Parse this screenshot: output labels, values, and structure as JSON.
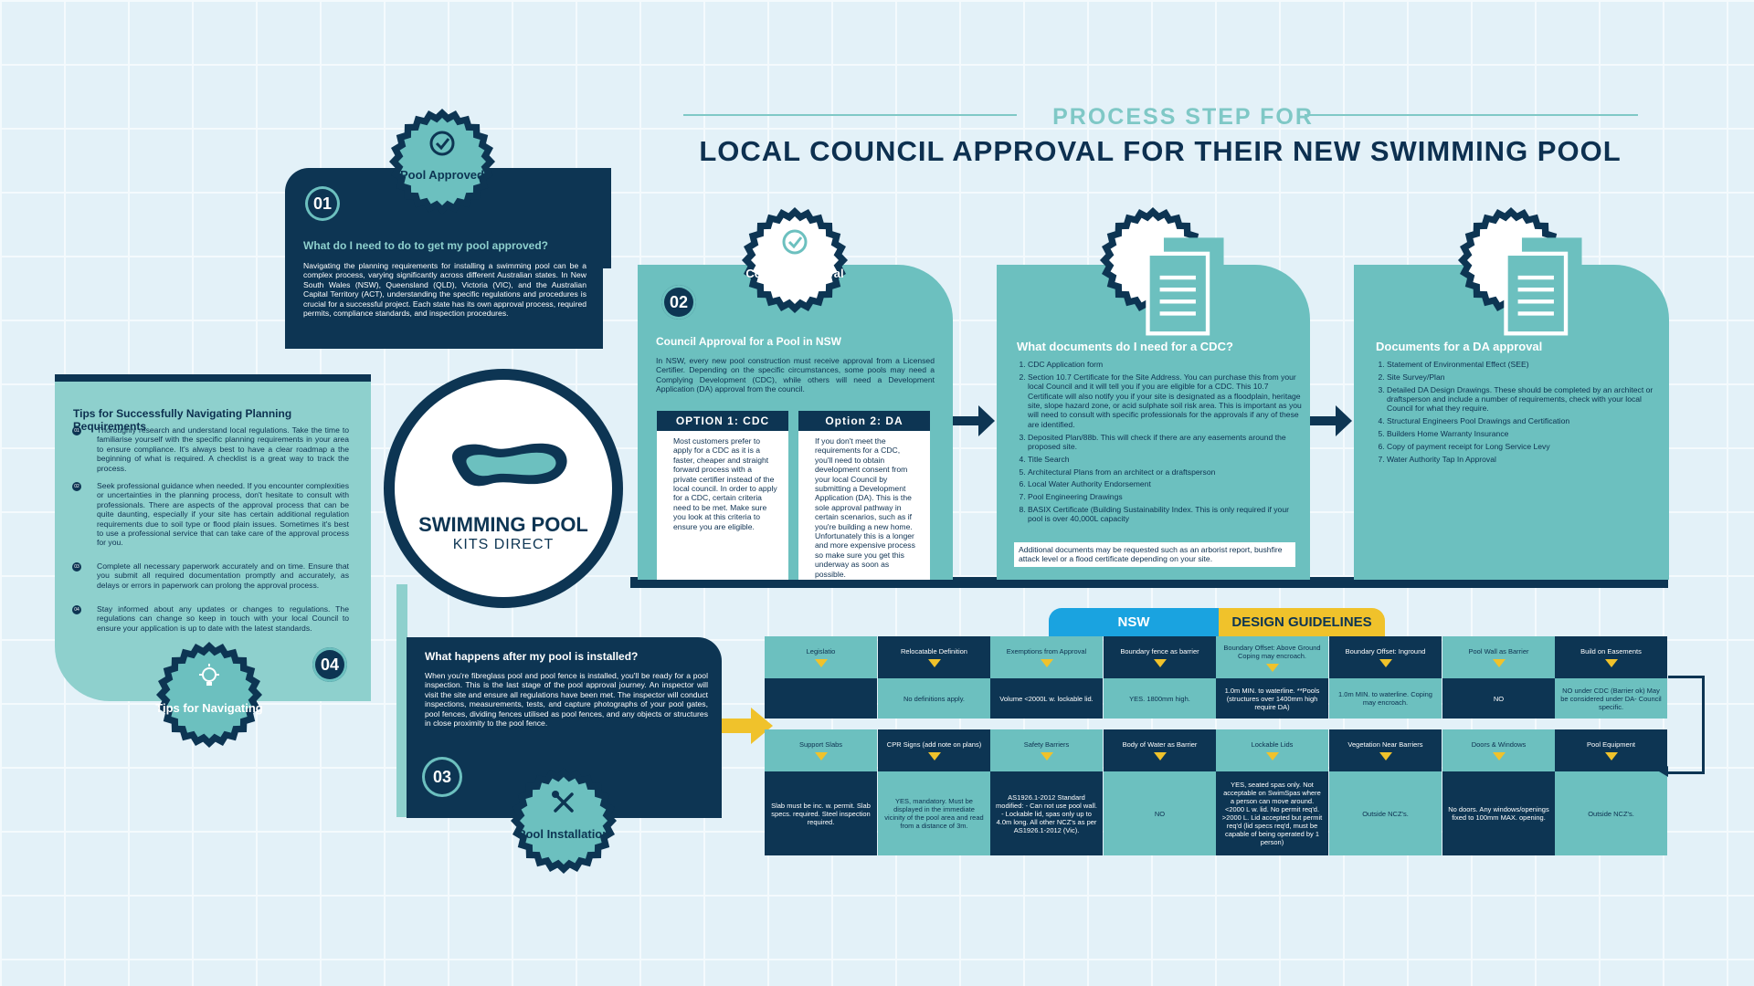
{
  "header": {
    "subtitle": "PROCESS STEP FOR",
    "title": "LOCAL COUNCIL APPROVAL FOR THEIR NEW SWIMMING POOL"
  },
  "logo": {
    "line1": "SWIMMING POOL",
    "line2": "KITS DIRECT"
  },
  "step1": {
    "badge": "Pool Approved",
    "number": "01",
    "title": "What do I need to do to get my pool approved?",
    "text": "Navigating the planning requirements for installing a swimming pool can be a complex process, varying significantly across different Australian states. In New South Wales (NSW), Queensland (QLD), Victoria (VIC), and the Australian Capital Territory (ACT), understanding the specific regulations and procedures is crucial for a successful project. Each state has its own approval process, required permits, compliance standards, and inspection procedures."
  },
  "step2": {
    "badge": "Council Approval",
    "number": "02",
    "title": "Council Approval for a Pool in NSW",
    "text": "In NSW, every new pool construction must receive approval from a Licensed Certifier. Depending on the specific circumstances, some pools may need a Complying Development (CDC), while others will need a Development Application (DA) approval from the council.",
    "option1_title": "OPTION 1: CDC",
    "option1_text": "Most customers prefer to apply for a CDC as it is a faster, cheaper and straight forward process with a private certifier instead of the local council. In order to apply for a CDC, certain criteria need to be met. Make sure you look at this criteria to ensure you are eligible.",
    "option2_title": "Option 2: DA",
    "option2_text": "If you don't meet the requirements for a CDC, you'll need to obtain development consent from your local Council by submitting a Development Application (DA). This is the sole approval pathway in certain scenarios, such as if you're building a new home. Unfortunately this is a longer and more expensive process so make sure you get this underway as soon as possible."
  },
  "cdc": {
    "title": "What documents do I need for a CDC?",
    "items": [
      "CDC Application form",
      "Section 10.7 Certificate for the Site Address. You can purchase this from your local Council and it will tell you if you are eligible for a CDC. This 10.7 Certificate will also notify you if your site is designated as a floodplain, heritage site, slope hazard zone, or acid sulphate soil risk area. This is important as you will need to consult with specific professionals for the approvals if any of these are identified.",
      "Deposited Plan/88b. This will check if there are any easements around the proposed site.",
      "Title Search",
      "Architectural Plans from an architect or a draftsperson",
      "Local Water Authority  Endorsement",
      "Pool Engineering Drawings",
      "BASIX Certificate (Building Sustainability Index. This is only required if your pool is over 40,000L capacity"
    ],
    "note": "Additional documents may be requested such as an arborist report, bushfire attack level or a flood certificate depending on your site."
  },
  "da": {
    "title": "Documents for a DA approval",
    "items": [
      "Statement of Environmental Effect (SEE)",
      "Site Survey/Plan",
      "Detailed DA Design Drawings. These should be completed by an architect or draftsperson and include a number of requirements, check with your local Council for what they require.",
      "Structural Engineers Pool Drawings and Certification",
      "Builders Home Warranty Insurance",
      "Copy of payment receipt for Long Service Levy",
      "Water Authority Tap In Approval"
    ]
  },
  "step3": {
    "badge": "Pool Installation",
    "number": "03",
    "title": "What happens after my pool is installed?",
    "text": "When you're fibreglass pool and pool fence is installed, you'll be ready for a pool inspection. This is the last stage of the pool approval journey. An inspector will visit the site and ensure all regulations have been met. The inspector will conduct inspections, measurements, tests, and capture photographs of your pool gates, pool fences, dividing fences utilised as pool fences, and any objects or structures in close proximity to the pool fence."
  },
  "step4": {
    "badge": "Tips for Navigating",
    "number": "04",
    "title": "Tips for Successfully Navigating Planning Requirements",
    "tips": [
      {
        "n": "01",
        "text": "Thoroughly research and understand local regulations. Take the time to familiarise yourself with the specific planning requirements in your area to ensure compliance. It's always best to have a clear roadmap a the beginning of what is required. A checklist is a great way to track the process."
      },
      {
        "n": "02",
        "text": "Seek professional guidance when needed. If you encounter complexities or uncertainties in the planning process, don't hesitate to consult with professionals. There are aspects of the approval process that can be quite daunting, especially if your site has certain additional regulation requirements due to soil type or flood plain issues. Sometimes it's best to use a professional service that can take care of the approval process for you."
      },
      {
        "n": "03",
        "text": "Complete all necessary paperwork accurately and on time. Ensure that you submit all required documentation promptly and accurately, as delays or errors in paperwork can prolong the approval process."
      },
      {
        "n": "04",
        "text": "Stay informed about any updates or changes to regulations. The regulations can change so keep in touch with your local Council to ensure your application is up to date with the latest standards."
      }
    ]
  },
  "guidelines": {
    "tab_left": "NSW",
    "tab_right": "DESIGN GUIDELINES",
    "row1": [
      {
        "h": "Legislatio",
        "v": ""
      },
      {
        "h": "Relocatable Definition",
        "v": "No definitions apply."
      },
      {
        "h": "Exemptions from Approval",
        "v": "Volume <2000L w. lockable lid."
      },
      {
        "h": "Boundary fence as barrier",
        "v": "YES. 1800mm high."
      },
      {
        "h": "Boundary Offset: Above Ground Coping may encroach.",
        "v": "1.0m MIN. to waterline. **Pools (structures over 1400mm high require DA)"
      },
      {
        "h": "Boundary Offset: Inground",
        "v": "1.0m MIN. to waterline. Coping may encroach."
      },
      {
        "h": "Pool Wall as Barrier",
        "v": "NO"
      },
      {
        "h": "Build on Easements",
        "v": "NO under CDC (Barrier ok) May be considered under DA- Council specific."
      }
    ],
    "row2": [
      {
        "h": "Support Slabs",
        "v": "Slab must be inc. w. permit. Slab specs. required. Steel inspection required."
      },
      {
        "h": "CPR Signs (add note on plans)",
        "v": "YES, mandatory. Must be displayed in the immediate vicinity of the pool area and read from a distance of 3m."
      },
      {
        "h": "Safety Barriers",
        "v": "AS1926.1-2012 Standard modified: - Can not use pool wall. - Lockable lid, spas only up to 4.0m long. All other NCZ's as per AS1926.1-2012 (Vic)."
      },
      {
        "h": "Body of Water as Barrier",
        "v": "NO"
      },
      {
        "h": "Lockable Lids",
        "v": "YES, seated spas only. Not acceptable on SwimSpas where a person can move around. <2000 L w. lid. No permit req'd. >2000 L. Lid accepted but permit req'd (lid specs req'd, must be capable of being operated by 1 person)"
      },
      {
        "h": "Vegetation Near Barriers",
        "v": "Outside NCZ's."
      },
      {
        "h": "Doors & Windows",
        "v": "No doors. Any windows/openings fixed to 100mm MAX. opening."
      },
      {
        "h": "Pool Equipment",
        "v": "Outside NCZ's."
      }
    ]
  },
  "colors": {
    "navy": "#0d3553",
    "teal": "#6cc0bf",
    "yellow": "#f0c22b",
    "blue": "#1aa3e0"
  },
  "icons": [
    "check-icon",
    "document-icon",
    "lightbulb-icon",
    "tools-icon",
    "pool-logo-icon",
    "arrow-right-icon"
  ]
}
